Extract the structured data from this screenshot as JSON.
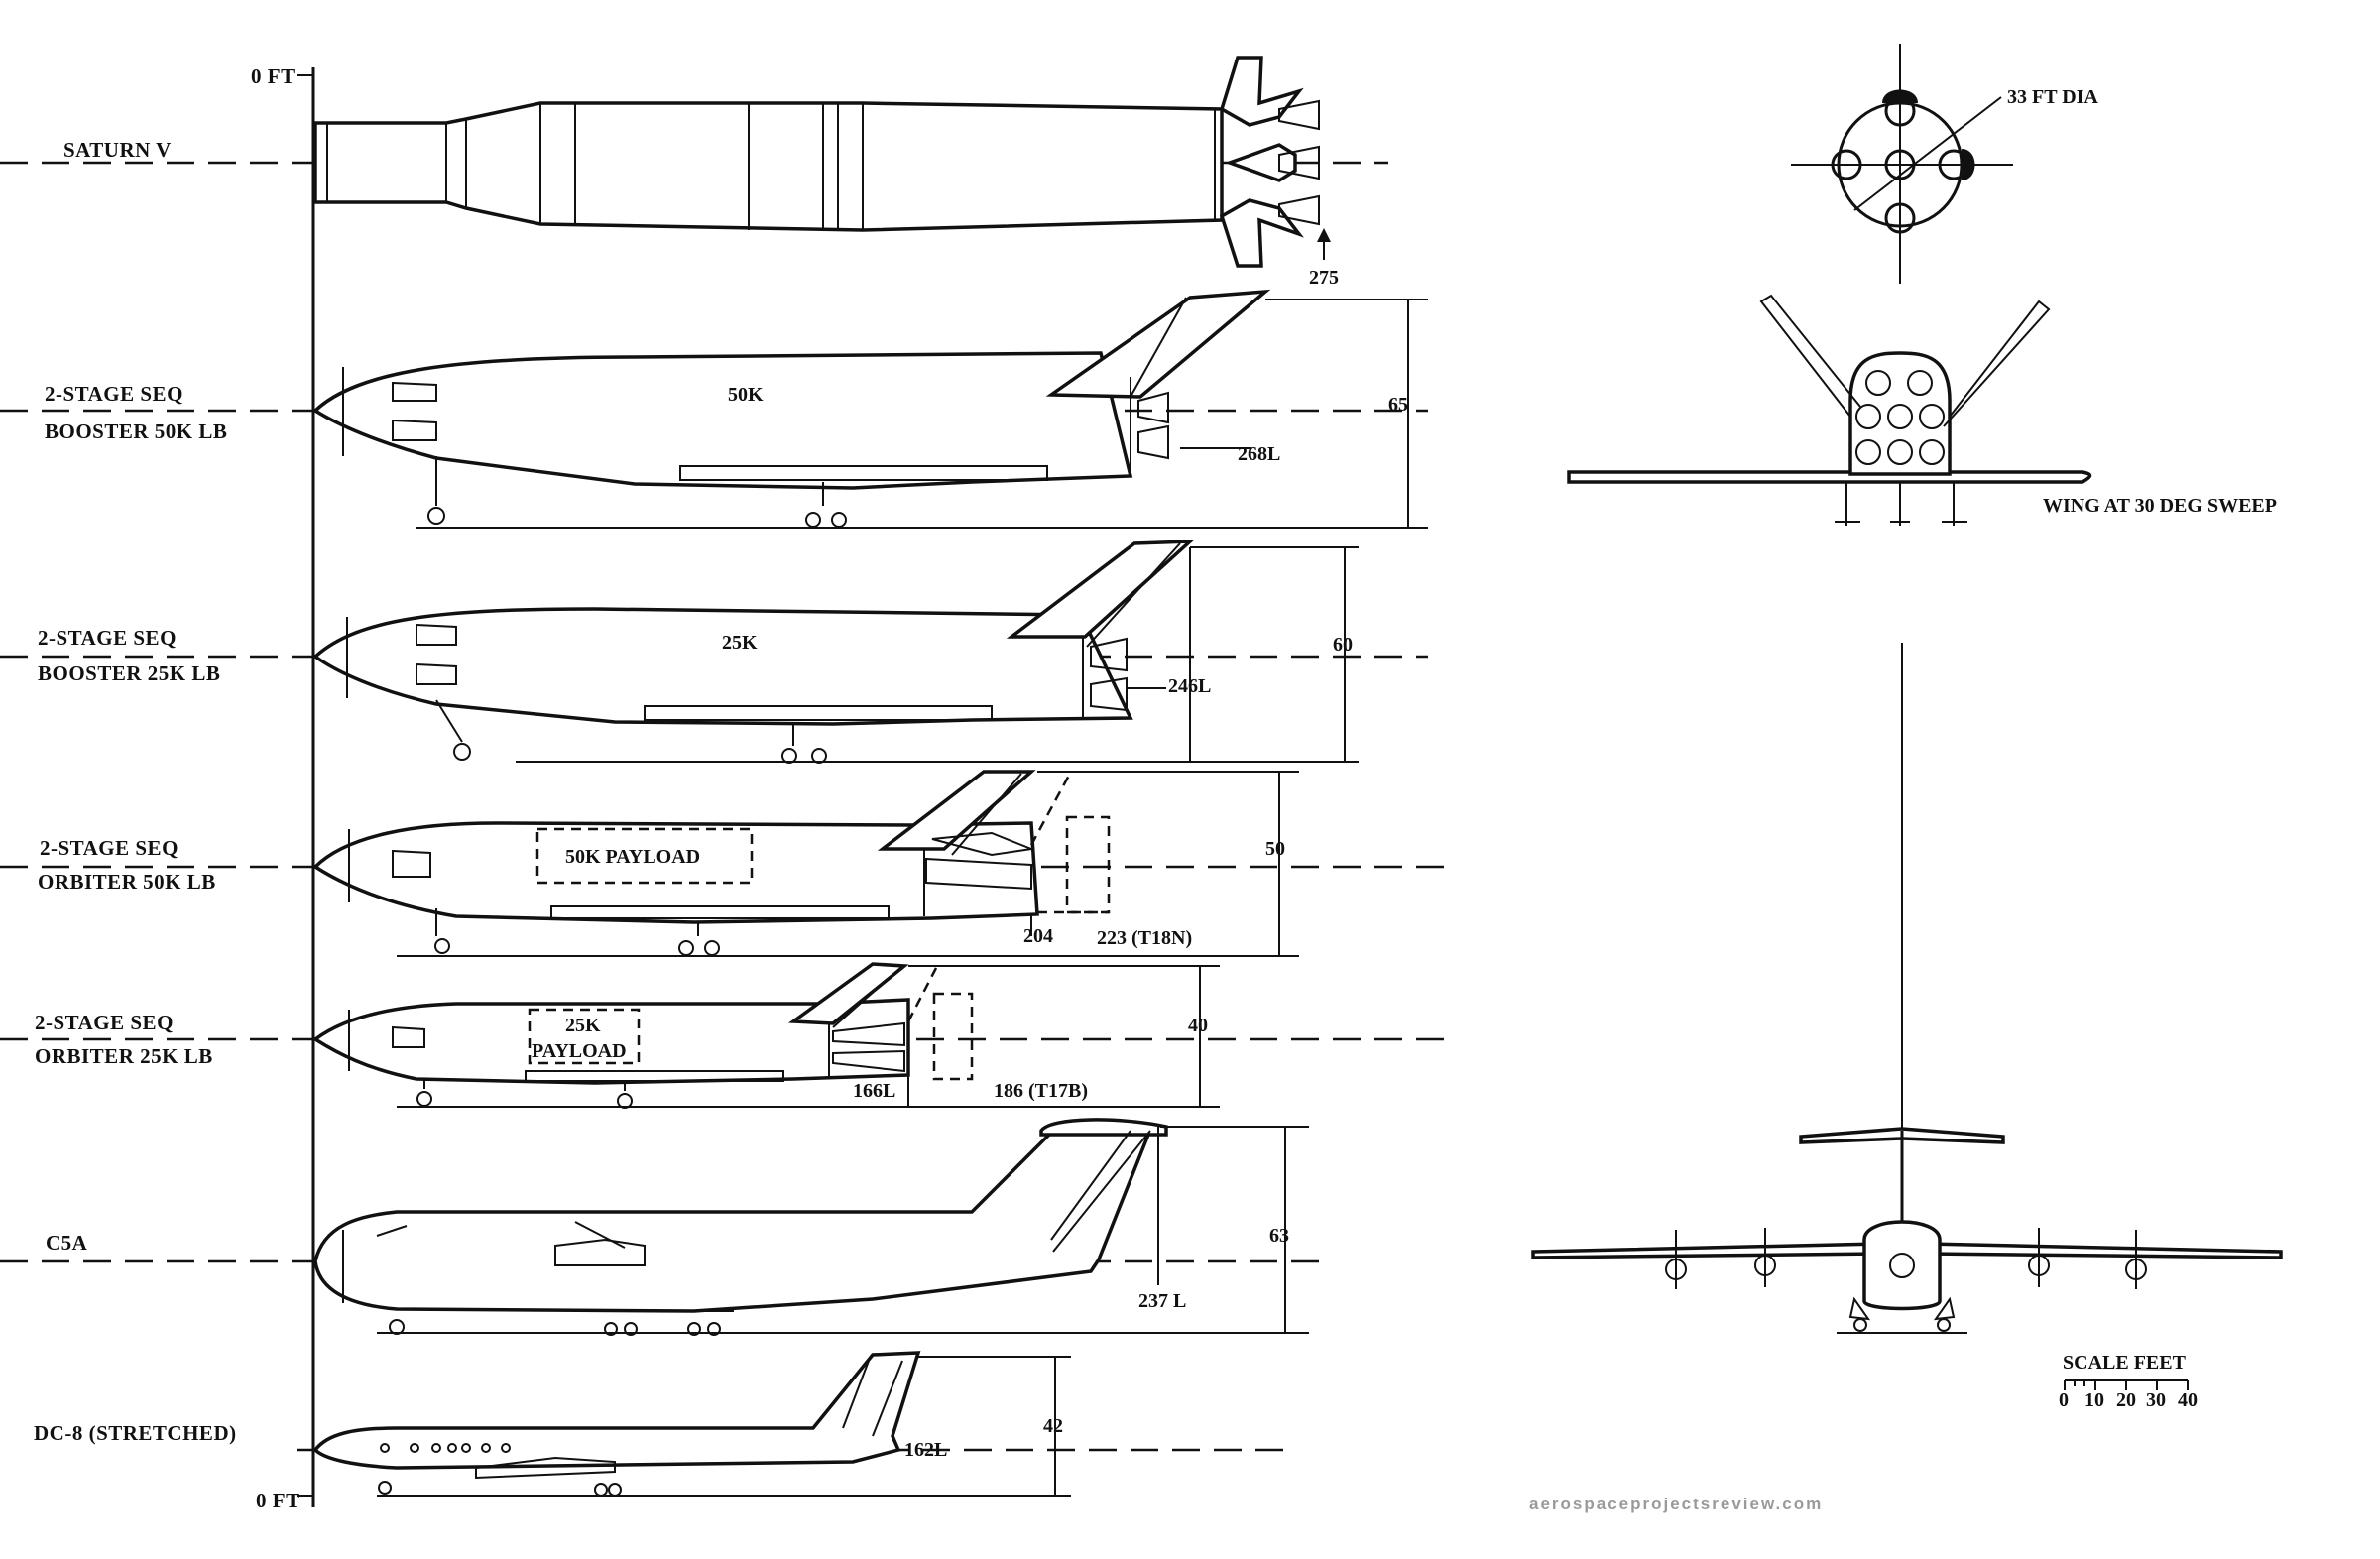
{
  "labels": {
    "zero_top": "0 FT",
    "zero_bottom": "0 FT",
    "saturn": "SATURN V",
    "b50_line1": "2-STAGE SEQ",
    "b50_line2": "BOOSTER 50K LB",
    "b25_line1": "2-STAGE SEQ",
    "b25_line2": "BOOSTER 25K LB",
    "o50_line1": "2-STAGE SEQ",
    "o50_line2": "ORBITER 50K LB",
    "o25_line1": "2-STAGE SEQ",
    "o25_line2": "ORBITER 25K LB",
    "c5a": "C5A",
    "dc8": "DC-8 (STRETCHED)"
  },
  "annotations": {
    "saturn_len": "275",
    "b50_tag": "50K",
    "b50_len": "268L",
    "b50_height": "65",
    "b25_tag": "25K",
    "b25_len": "246L",
    "b25_height": "60",
    "o50_payload": "50K PAYLOAD",
    "o50_len_a": "204",
    "o50_len_b": "223 (T18N)",
    "o50_height": "50",
    "o25_payload_1": "25K",
    "o25_payload_2": "PAYLOAD",
    "o25_len_a": "166L",
    "o25_len_b": "186 (T17B)",
    "o25_height": "40",
    "c5a_len": "237 L",
    "c5a_height": "63",
    "dc8_len": "162L",
    "dc8_height": "42",
    "saturn_dia": "33 FT DIA",
    "wing_sweep": "WING AT 30 DEG SWEEP"
  },
  "scale": {
    "title": "SCALE FEET",
    "ticks": [
      "0",
      "10",
      "20",
      "30",
      "40"
    ]
  },
  "watermark": "aerospaceprojectsreview.com"
}
